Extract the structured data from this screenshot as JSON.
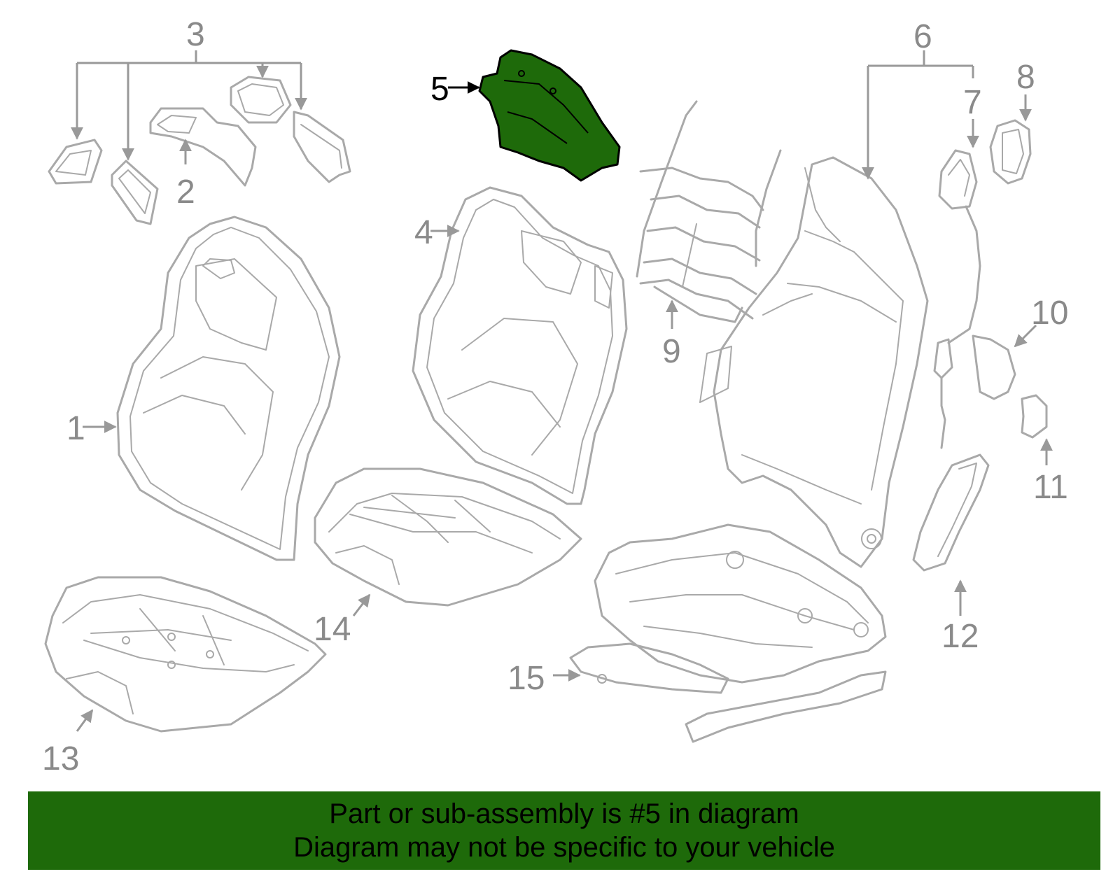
{
  "diagram": {
    "highlight_color": "#1e6a0a",
    "highlighted_part": "5",
    "labels": [
      "1",
      "2",
      "3",
      "4",
      "5",
      "6",
      "7",
      "8",
      "9",
      "10",
      "11",
      "12",
      "13",
      "14",
      "15"
    ]
  },
  "banner": {
    "background": "#1e6a0a",
    "line1": "Part or sub-assembly is #5 in diagram",
    "line2": "Diagram may not be specific to your vehicle"
  }
}
